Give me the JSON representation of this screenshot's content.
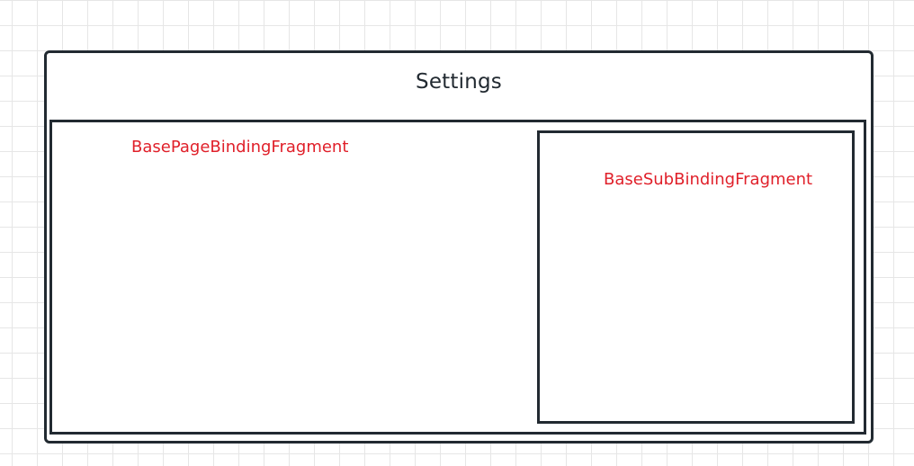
{
  "window": {
    "title": "Settings"
  },
  "page_fragment": {
    "label": "BasePageBindingFragment"
  },
  "sub_fragment": {
    "label": "BaseSubBindingFragment"
  },
  "colors": {
    "border": "#222a31",
    "label": "#e0202a",
    "grid": "#e6e6e6"
  }
}
